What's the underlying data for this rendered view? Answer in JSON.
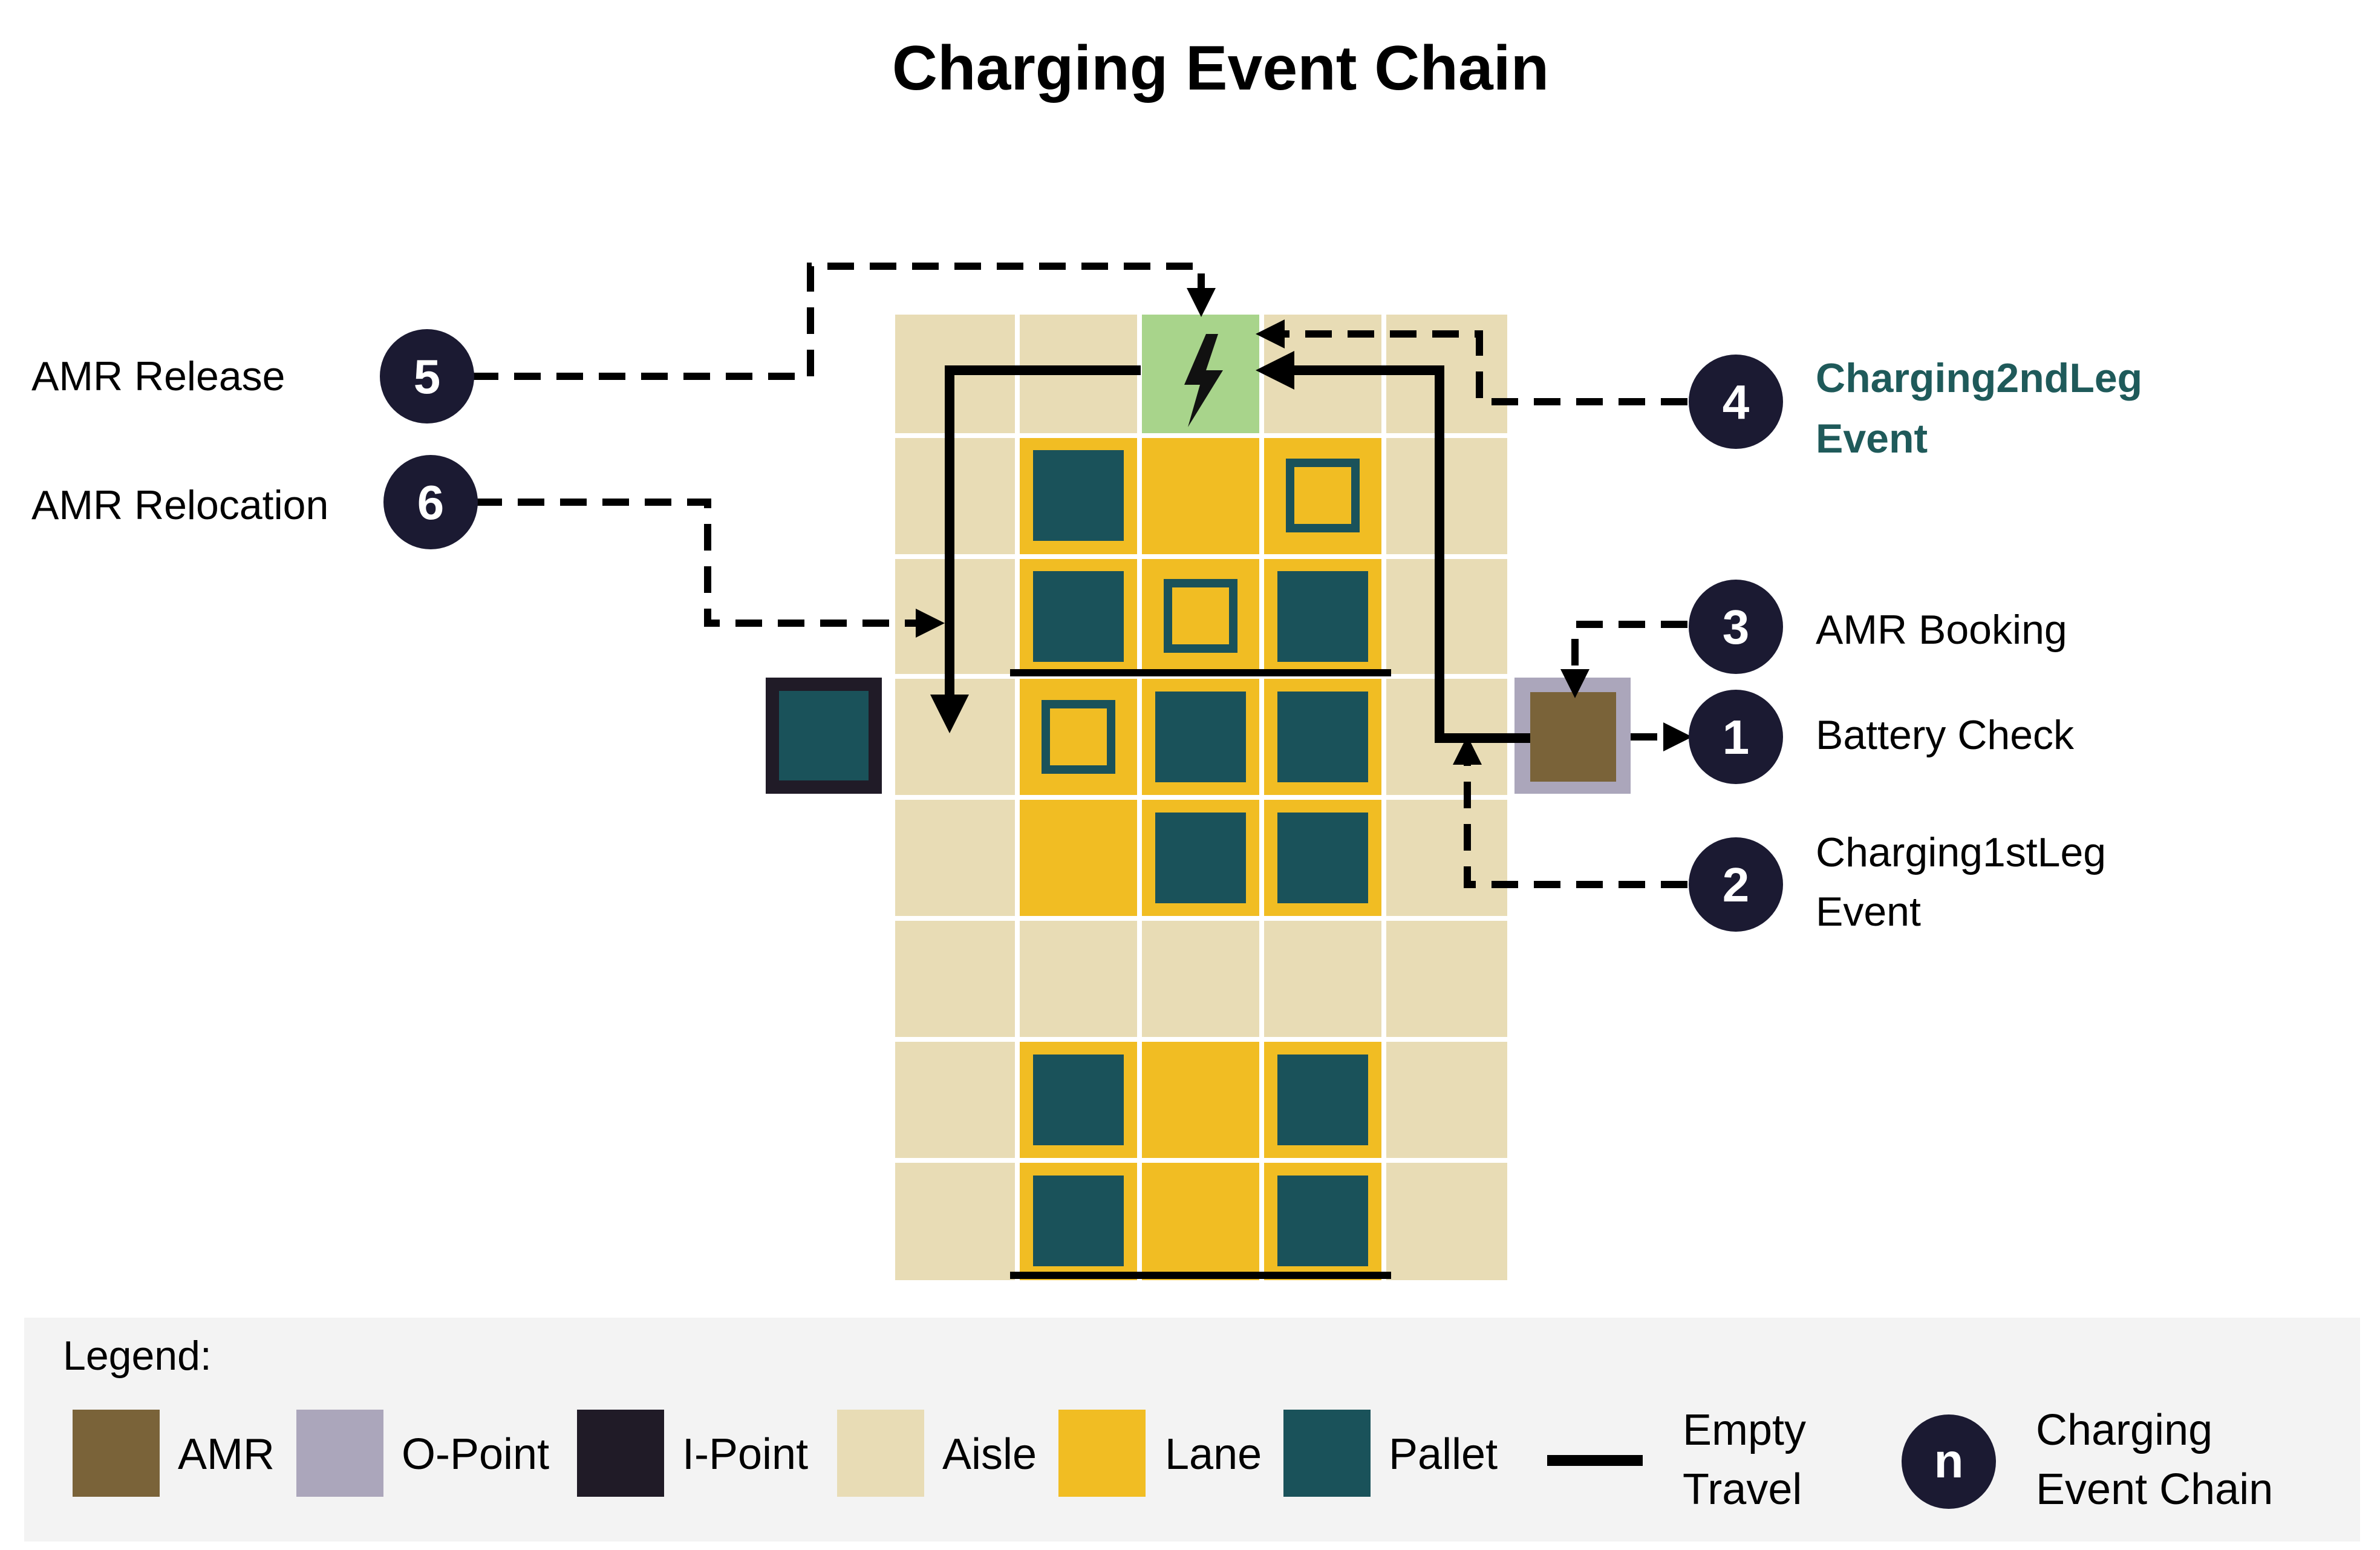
{
  "title": "Charging Event Chain",
  "events": [
    {
      "number": "5",
      "label_lines": [
        "AMR Release"
      ]
    },
    {
      "number": "6",
      "label_lines": [
        "AMR Relocation"
      ]
    },
    {
      "number": "4",
      "label_lines": [
        "Charging2ndLeg",
        "Event"
      ],
      "highlight": true
    },
    {
      "number": "3",
      "label_lines": [
        "AMR Booking"
      ]
    },
    {
      "number": "1",
      "label_lines": [
        "Battery Check"
      ]
    },
    {
      "number": "2",
      "label_lines": [
        "Charging1stLeg",
        "Event"
      ]
    }
  ],
  "legend": {
    "heading": "Legend:",
    "items": [
      {
        "label": "AMR",
        "color": "#7a6339"
      },
      {
        "label": "O-Point",
        "color": "#aba6bb"
      },
      {
        "label": "I-Point",
        "color": "#201b27"
      },
      {
        "label": "Aisle",
        "color": "#e8dcb5"
      },
      {
        "label": "Lane",
        "color": "#f1bd23"
      },
      {
        "label": "Pallet",
        "color": "#1a525a"
      }
    ],
    "line_item": {
      "label_lines": [
        "Empty",
        "Travel"
      ]
    },
    "chain_item": {
      "symbol": "n",
      "label_lines": [
        "Charging",
        "Event Chain"
      ]
    }
  },
  "colors": {
    "aisle": "#e8dcb5",
    "lane": "#f1bd23",
    "pallet": "#1a525a",
    "charger": "#a8d48b",
    "amr": "#7a6339",
    "o_point": "#aba6bb",
    "i_point": "#201b27",
    "badge": "#1b1a32",
    "highlight_text": "#1f5a5a",
    "legend_bg": "#f3f3f3"
  },
  "icons": {
    "charger": "lightning-bolt-icon"
  }
}
